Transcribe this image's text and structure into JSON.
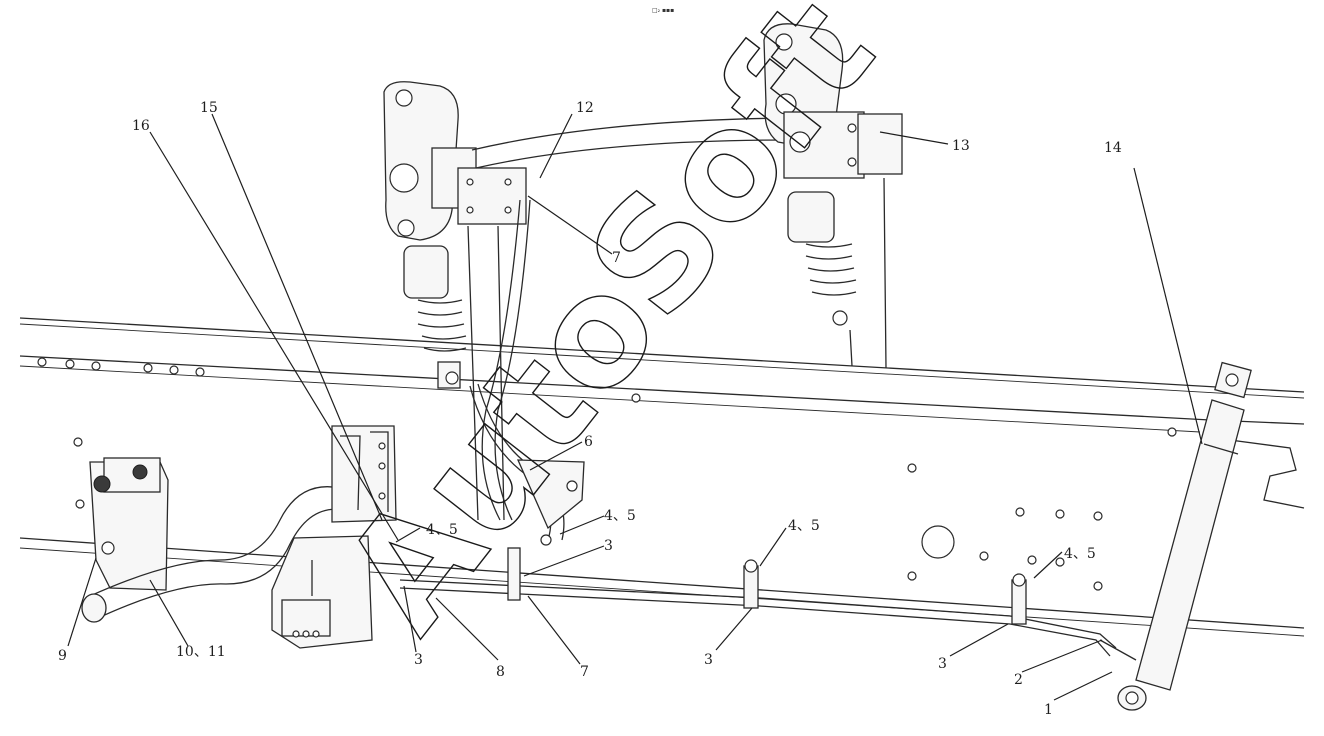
{
  "header_text": "□₂ ▪▪▪",
  "watermark": "AutoSoft",
  "callouts": {
    "c1": "1",
    "c2": "2",
    "c3a": "3",
    "c3b": "3",
    "c3c": "3",
    "c3d": "3",
    "c45a": "4、5",
    "c45b": "4、5",
    "c45c": "4、5",
    "c45d": "4、5",
    "c6": "6",
    "c7a": "7",
    "c7b": "7",
    "c8": "8",
    "c9": "9",
    "c1011": "10、11",
    "c12": "12",
    "c13": "13",
    "c14": "14",
    "c15": "15",
    "c16": "16"
  },
  "colors": {
    "line": "#2a2a2a",
    "background": "#ffffff"
  }
}
